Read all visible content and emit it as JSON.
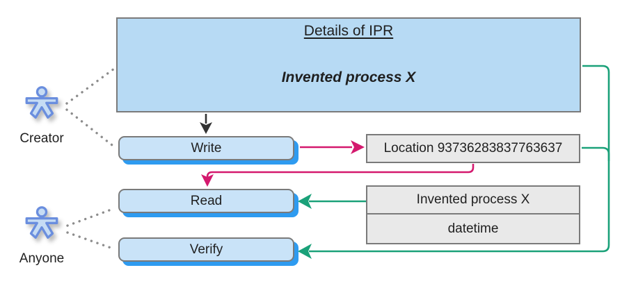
{
  "diagram": {
    "details_box": {
      "title": "Details of IPR",
      "subtitle": "Invented process X"
    },
    "buttons": {
      "write": "Write",
      "read": "Read",
      "verify": "Verify"
    },
    "location_box": {
      "label": "Location 93736283837763637"
    },
    "record_box": {
      "rows": [
        "Invented process X",
        "datetime"
      ]
    },
    "actors": {
      "creator": {
        "label": "Creator"
      },
      "anyone": {
        "label": "Anyone"
      }
    },
    "colors": {
      "box_fill": "#b7daf4",
      "button_fill": "#c9e3f8",
      "button_shadow": "#2e9bf0",
      "record_fill": "#e9e9e9",
      "border_gray": "#7a7a7a",
      "connector_green": "#1aa179",
      "connector_pink": "#d4196e",
      "arrow_black": "#333333",
      "actor_stroke": "#6a8ede",
      "actor_fill": "#c6dcf4",
      "dotted_gray": "#8c8c8c"
    }
  }
}
